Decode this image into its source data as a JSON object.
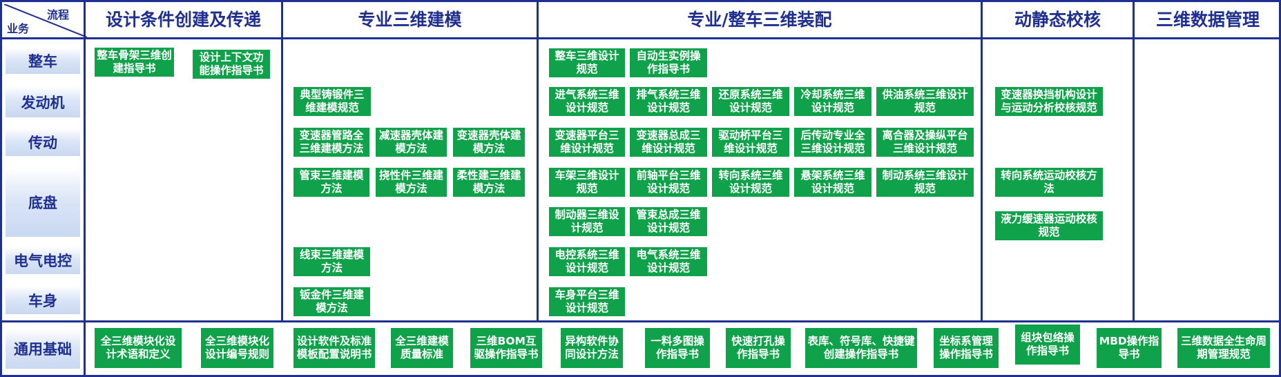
{
  "corner": {
    "top": "流程",
    "bottom": "业务"
  },
  "headers": [
    "设计条件创建及传递",
    "专业三维建模",
    "专业/整车三维装配",
    "动静态校核",
    "三维数据管理"
  ],
  "rows": [
    "整车",
    "发动机",
    "传动",
    "底盘",
    "电气电控",
    "车身",
    "通用基础"
  ],
  "boxes": {
    "design_conditions": [
      "整车骨架三维创建指导书",
      "设计上下文功能操作指导书"
    ],
    "modeling": [
      "典型铸锻件三维建模规范",
      "变速器管路全三维建模方法",
      "减速器壳体建模方法",
      "变速器壳体建模方法",
      "管束三维建模方法",
      "挠性件三维建模方法",
      "柔性建三维建模方法",
      "线束三维建模方法",
      "钣金件三维建模方法"
    ],
    "assembly": [
      "整车三维设计规范",
      "自动生实例操作指导书",
      "进气系统三维设计规范",
      "排气系统三维设计规范",
      "还原系统三维设计规范",
      "冷却系统三维设计规范",
      "供油系统三维设计规范",
      "变速器平台三维设计规范",
      "变速器总成三维设计规范",
      "驱动桥平台三维设计规范",
      "后传动专业全三维设计规范",
      "离合器及操纵平台三维设计规范",
      "车架三维设计规范",
      "前轴平台三维设计规范",
      "转向系统三维设计规范",
      "悬架系统三维设计规范",
      "制动系统三维设计规范",
      "制动器三维设计规范",
      "管束总成三维设计规范",
      "电控系统三维设计规范",
      "电气系统三维设计规范",
      "车身平台三维设计规范"
    ],
    "check": [
      "变速器换挡机构设计与运动分析校核规范",
      "转向系统运动校核方法",
      "液力缓速器运动校核规范"
    ],
    "general": [
      "全三维模块化设计术语和定义",
      "全三维模块化设计编号规则",
      "设计软件及标准模板配置说明书",
      "全三维建模质量标准",
      "三维BOM互驱操作指导书",
      "异构软件协同设计方法",
      "一料多图操作指导书",
      "快速打孔操作指导书",
      "表库、符号库、快捷键创建操作指导书",
      "坐标系管理操作指导书",
      "组块包络操作指导书",
      "MBD操作指导书",
      "三维数据全生命周期管理规范"
    ]
  },
  "colors": {
    "frame": "#1f2f8f",
    "box": "#10a24a",
    "box_text": "#ffffff",
    "row_label_bg": "#c9d8f1"
  }
}
